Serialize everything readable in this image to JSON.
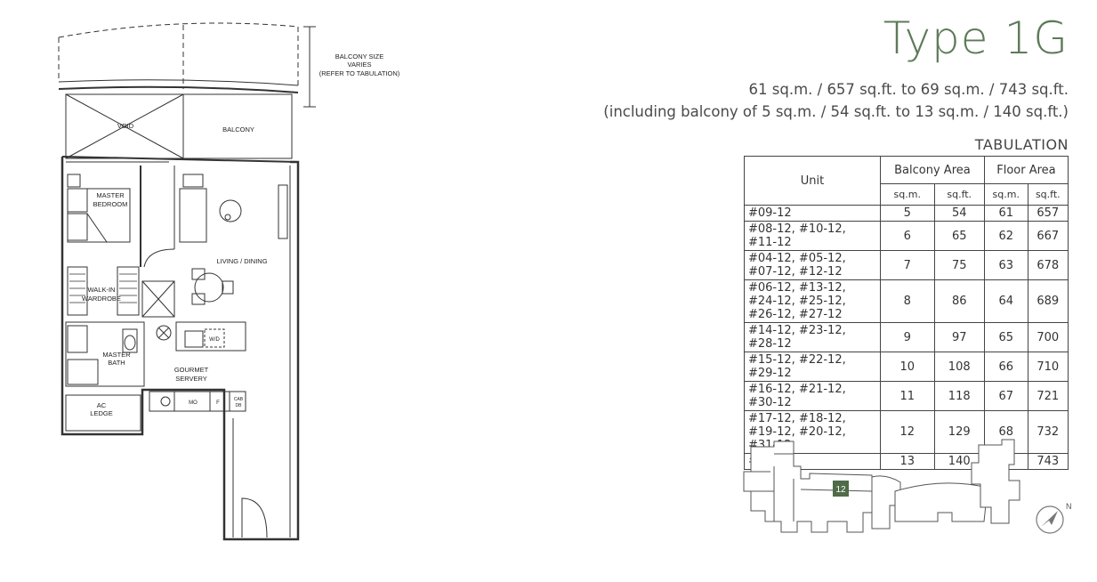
{
  "header": {
    "title": "Type 1G",
    "area_line_1": "61 sq.m. / 657 sq.ft. to 69 sq.m. / 743 sq.ft.",
    "area_line_2": "(including balcony of 5 sq.m. / 54 sq.ft. to 13 sq.m. / 140 sq.ft.)"
  },
  "tabulation": {
    "label": "TABULATION",
    "col_unit": "Unit",
    "col_balcony": "Balcony Area",
    "col_floor": "Floor Area",
    "sub_sqm": "sq.m.",
    "sub_sqft": "sq.ft.",
    "rows": [
      {
        "unit": "#09-12",
        "b_sqm": "5",
        "b_sqft": "54",
        "f_sqm": "61",
        "f_sqft": "657"
      },
      {
        "unit": "#08-12, #10-12, #11-12",
        "b_sqm": "6",
        "b_sqft": "65",
        "f_sqm": "62",
        "f_sqft": "667"
      },
      {
        "unit": "#04-12, #05-12, #07-12, #12-12",
        "b_sqm": "7",
        "b_sqft": "75",
        "f_sqm": "63",
        "f_sqft": "678"
      },
      {
        "unit": "#06-12, #13-12, #24-12, #25-12, #26-12, #27-12",
        "b_sqm": "8",
        "b_sqft": "86",
        "f_sqm": "64",
        "f_sqft": "689"
      },
      {
        "unit": "#14-12, #23-12, #28-12",
        "b_sqm": "9",
        "b_sqft": "97",
        "f_sqm": "65",
        "f_sqft": "700"
      },
      {
        "unit": "#15-12, #22-12, #29-12",
        "b_sqm": "10",
        "b_sqft": "108",
        "f_sqm": "66",
        "f_sqft": "710"
      },
      {
        "unit": "#16-12, #21-12, #30-12",
        "b_sqm": "11",
        "b_sqft": "118",
        "f_sqm": "67",
        "f_sqft": "721"
      },
      {
        "unit": "#17-12, #18-12, #19-12, #20-12, #31-12",
        "b_sqm": "12",
        "b_sqft": "129",
        "f_sqm": "68",
        "f_sqft": "732"
      },
      {
        "unit": "#32-12",
        "b_sqm": "13",
        "b_sqft": "140",
        "f_sqm": "69",
        "f_sqft": "743"
      }
    ]
  },
  "floorplan": {
    "balcony_note_1": "BALCONY SIZE",
    "balcony_note_2": "VARIES",
    "balcony_note_3": "(REFER TO TABULATION)",
    "void": "VOID",
    "balcony": "BALCONY",
    "master_bedroom_1": "MASTER",
    "master_bedroom_2": "BEDROOM",
    "living_dining": "LIVING / DINING",
    "walk_in_1": "WALK-IN",
    "walk_in_2": "WARDROBE",
    "master_bath_1": "MASTER",
    "master_bath_2": "BATH",
    "servery_1": "GOURMET",
    "servery_2": "SERVERY",
    "ac_ledge_1": "AC",
    "ac_ledge_2": "LEDGE",
    "wd": "W/D",
    "mo": "MO",
    "f": "F",
    "cab_1": "CAB",
    "cab_2": "DB"
  },
  "keyplan": {
    "unit_marker": "12",
    "marker_color": "#4f6b47",
    "compass_label": "N"
  }
}
